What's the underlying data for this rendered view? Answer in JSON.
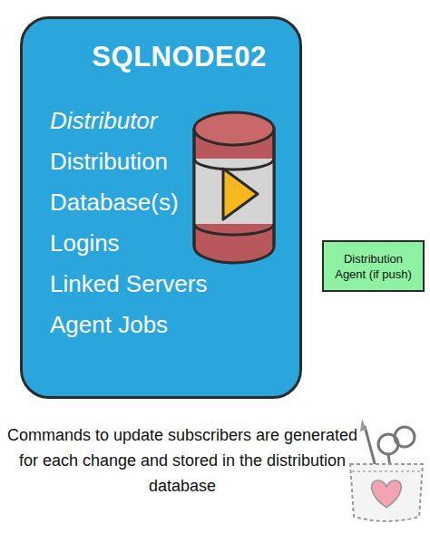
{
  "diagram": {
    "caption": "Commands to update subscribers are generated for each change and stored in the distribution database",
    "nodes": [
      {
        "text": [
          "SQLNODE02",
          "Distributor",
          "Distribution Database(s)",
          "Logins",
          "Linked Servers",
          "Agent Jobs"
        ]
      },
      {
        "text": [
          "Distribution Agent (if push)"
        ]
      }
    ]
  }
}
